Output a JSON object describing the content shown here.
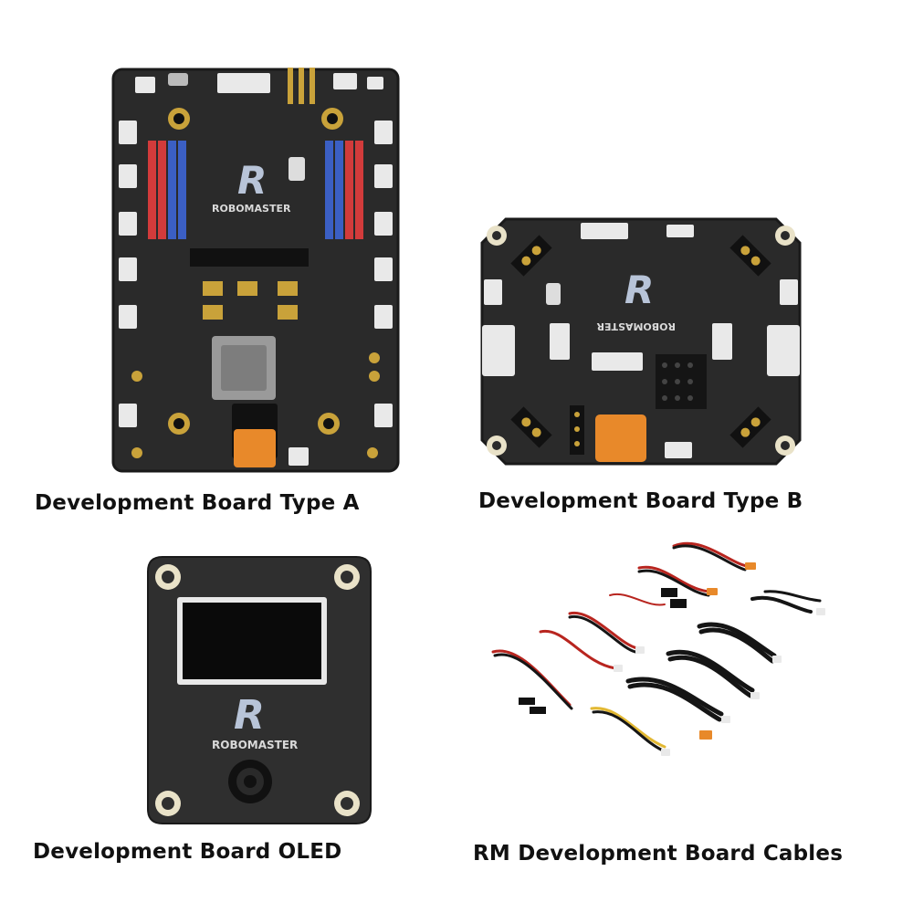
{
  "captions": {
    "type_a": "Development Board Type A",
    "type_b": "Development Board Type B",
    "oled": "Development Board OLED",
    "cables": "RM Development Board Cables"
  },
  "brand": {
    "wordmark": "ROBOMASTER",
    "logo_letter": "R"
  },
  "colors": {
    "pcb": "#2b2b2b",
    "pcb_edge": "#1a1a1a",
    "gold": "#c9a23a",
    "xt_connector": "#e8892a",
    "white_connector": "#e9e9e9",
    "header_red": "#d23b3b",
    "header_blue": "#3b5fc4",
    "oled_screen": "#0a0a0a",
    "cable_red": "#b8251f",
    "cable_black": "#151515",
    "cable_yellow": "#e2b833"
  }
}
